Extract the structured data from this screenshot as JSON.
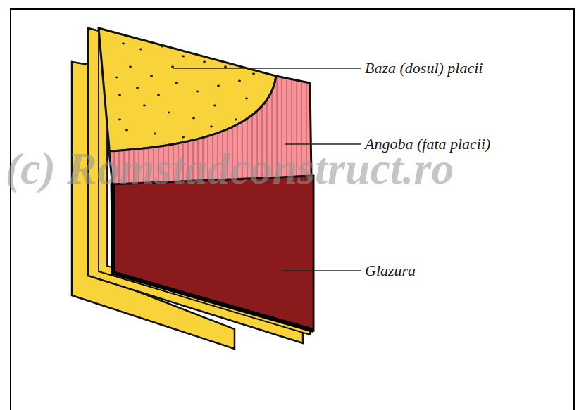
{
  "diagram": {
    "labels": [
      "Baza (dosul) placii",
      "Angoba (fata placii)",
      "Glazura",
      "(c) Romstadconstruct.ro"
    ]
  }
}
